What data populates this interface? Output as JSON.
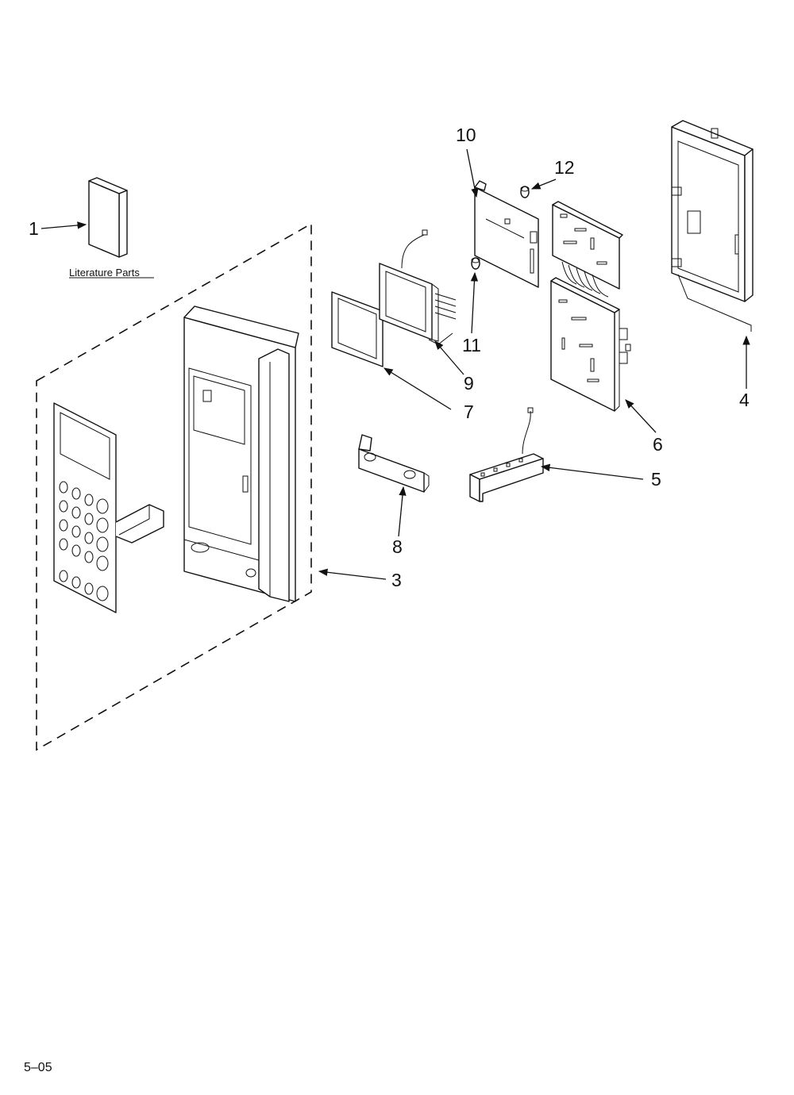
{
  "diagram": {
    "literature_label": "Literature Parts",
    "footer_code": "5–05",
    "callouts": [
      {
        "id": "1",
        "text": "1"
      },
      {
        "id": "3",
        "text": "3"
      },
      {
        "id": "4",
        "text": "4"
      },
      {
        "id": "5",
        "text": "5"
      },
      {
        "id": "6",
        "text": "6"
      },
      {
        "id": "7",
        "text": "7"
      },
      {
        "id": "8",
        "text": "8"
      },
      {
        "id": "9",
        "text": "9"
      },
      {
        "id": "10",
        "text": "10"
      },
      {
        "id": "11",
        "text": "11"
      },
      {
        "id": "12",
        "text": "12"
      }
    ]
  }
}
